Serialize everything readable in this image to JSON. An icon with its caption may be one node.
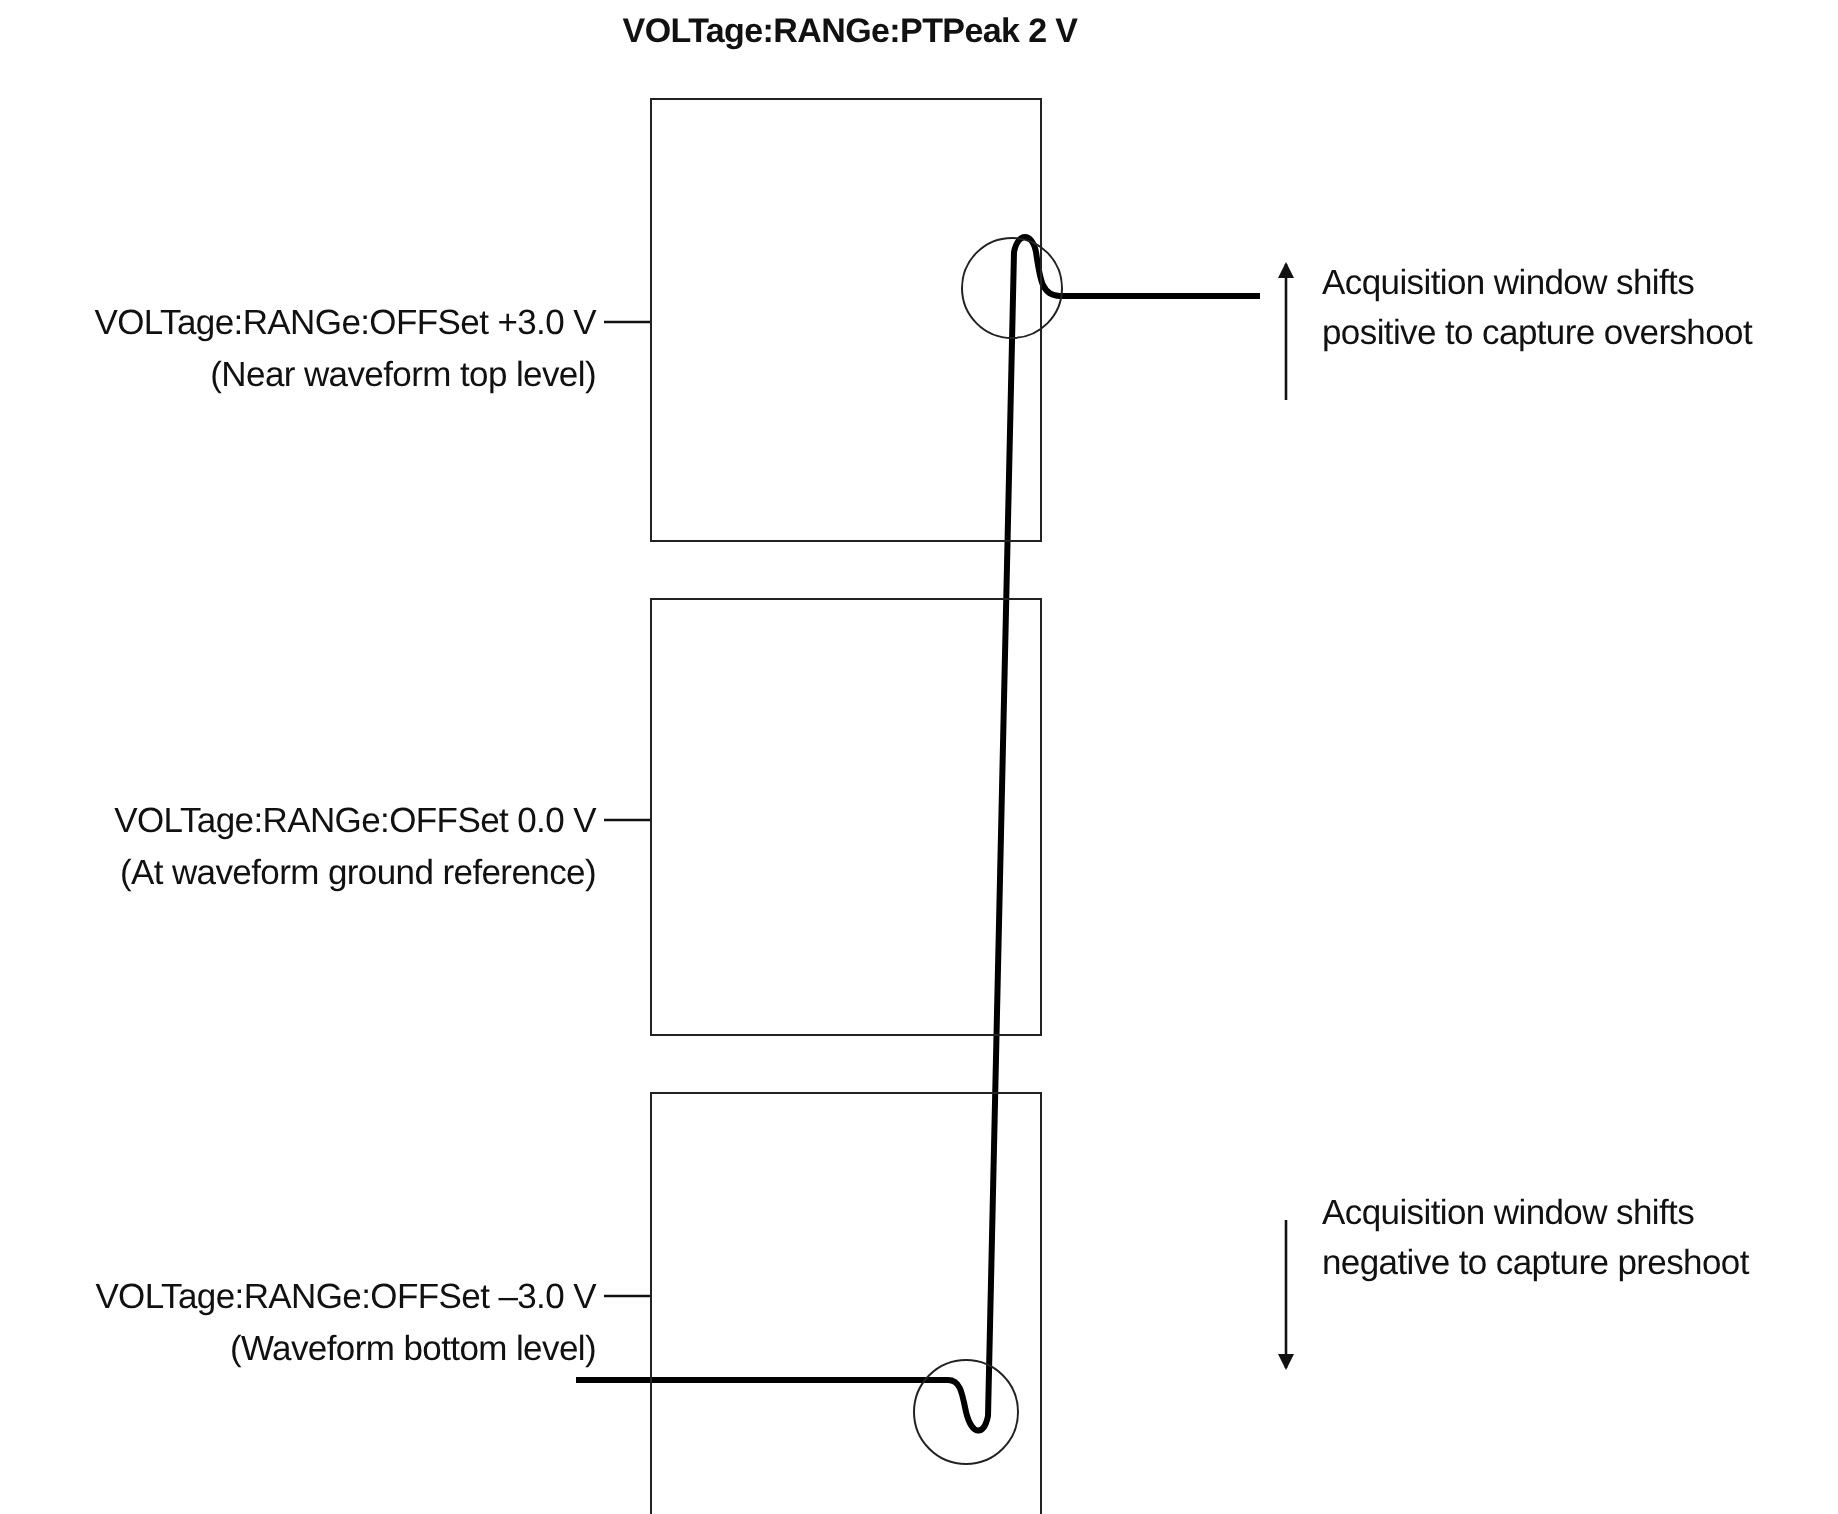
{
  "diagram": {
    "title": "VOLTage:RANGe:PTPeak 2 V",
    "nodes": [
      {
        "text": [
          "VOLTage:RANGe:OFFSet +3.0 V",
          "(Near waveform top level)"
        ]
      },
      {
        "text": [],
        "shape": "box"
      },
      {
        "text": [
          "VOLTage:RANGe:OFFSet 0.0 V",
          "(At waveform ground reference)"
        ]
      },
      {
        "text": [],
        "shape": "box"
      },
      {
        "text": [
          "VOLTage:RANGe:OFFSet –3.0 V",
          "(Waveform bottom level)"
        ]
      },
      {
        "text": [],
        "shape": "box"
      }
    ],
    "edges": [
      {
        "from": 0,
        "to": 1,
        "arrow": "none"
      },
      {
        "from": 2,
        "to": 3,
        "arrow": "none"
      },
      {
        "from": 4,
        "to": 5,
        "arrow": "none"
      }
    ],
    "labels": [
      "Acquisition window shifts positive to capture overshoot",
      "Acquisition window shifts negative to capture preshoot"
    ]
  }
}
